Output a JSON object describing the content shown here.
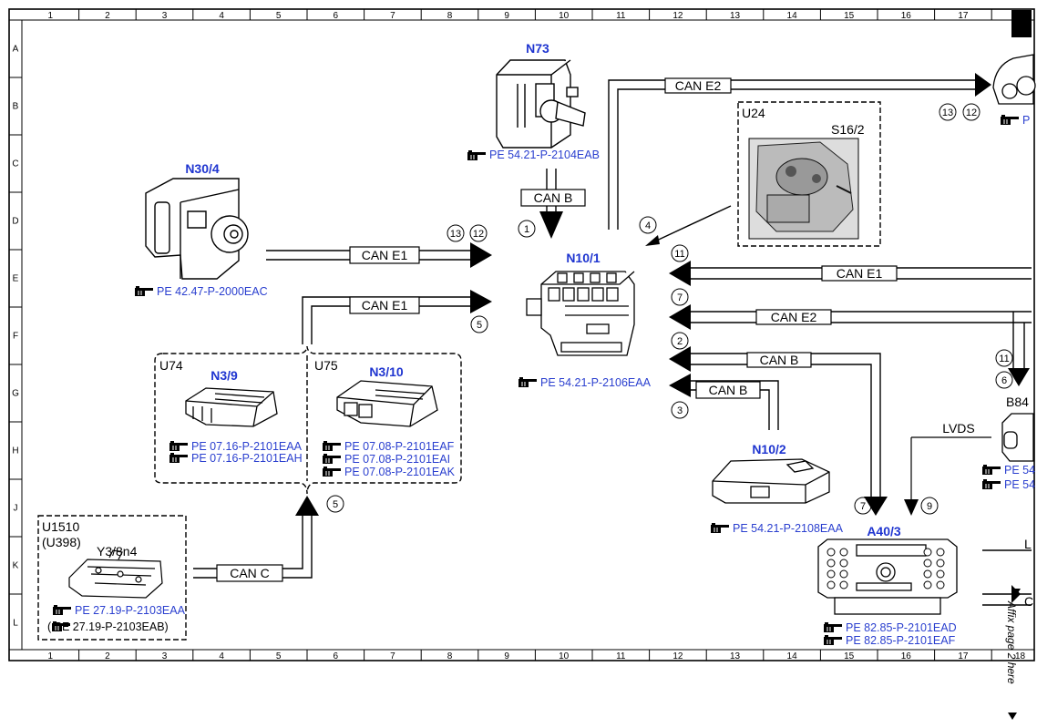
{
  "ruler": {
    "columns": [
      "1",
      "2",
      "3",
      "4",
      "5",
      "6",
      "7",
      "8",
      "9",
      "10",
      "11",
      "12",
      "13",
      "14",
      "15",
      "16",
      "17",
      "18"
    ],
    "rows": [
      "A",
      "B",
      "C",
      "D",
      "E",
      "F",
      "G",
      "H",
      "J",
      "K",
      "L"
    ]
  },
  "components": {
    "n73": {
      "tag": "N73",
      "refs": [
        "PE 54.21-P-2104EAB"
      ]
    },
    "n30_4": {
      "tag": "N30/4",
      "refs": [
        "PE 42.47-P-2000EAC"
      ]
    },
    "n10_1": {
      "tag": "N10/1",
      "refs": [
        "PE 54.21-P-2106EAA"
      ]
    },
    "u24": {
      "label": "U24",
      "sub": "S16/2"
    },
    "u74": {
      "label": "U74",
      "tag": "N3/9",
      "refs": [
        "PE 07.16-P-2101EAA",
        "PE 07.16-P-2101EAH"
      ]
    },
    "u75": {
      "label": "U75",
      "tag": "N3/10",
      "refs": [
        "PE 07.08-P-2101EAF",
        "PE 07.08-P-2101EAI",
        "PE 07.08-P-2101EAK"
      ]
    },
    "u1510": {
      "label": "U1510",
      "label2": "(U398)",
      "tag": "Y3/8n4",
      "refs": [
        "PE 27.19-P-2103EAA"
      ],
      "ref_black": "(  PE 27.19-P-2103EAB)"
    },
    "n10_2": {
      "tag": "N10/2",
      "refs": [
        "PE 54.21-P-2108EAA"
      ]
    },
    "a40_3": {
      "tag": "A40/3",
      "refs": [
        "PE 82.85-P-2101EAD",
        "PE 82.85-P-2101EAF"
      ]
    },
    "b84": {
      "tag": "B84",
      "refs": [
        "PE 54",
        "PE 54"
      ]
    },
    "cluster": {
      "ref": "P"
    }
  },
  "buses": {
    "can_e2_top": "CAN E2",
    "can_b_top": "CAN B",
    "can_e1_a": "CAN E1",
    "can_e1_b": "CAN E1",
    "can_e1_right": "CAN E1",
    "can_e2_right": "CAN E2",
    "can_b_right": "CAN B",
    "can_b_low": "CAN B",
    "can_c": "CAN C",
    "lvds": "LVDS",
    "edge_l": "L",
    "edge_c": "C"
  },
  "markers": {
    "m1": "1",
    "m2": "2",
    "m3": "3",
    "m4": "4",
    "m5a": "5",
    "m5b": "5",
    "m6": "6",
    "m7a": "7",
    "m7b": "7",
    "m9": "9",
    "m11a": "11",
    "m11b": "11",
    "m12a": "12",
    "m12b": "12",
    "m13a": "13",
    "m13b": "13"
  },
  "margin_note": "Affix page 2 here"
}
